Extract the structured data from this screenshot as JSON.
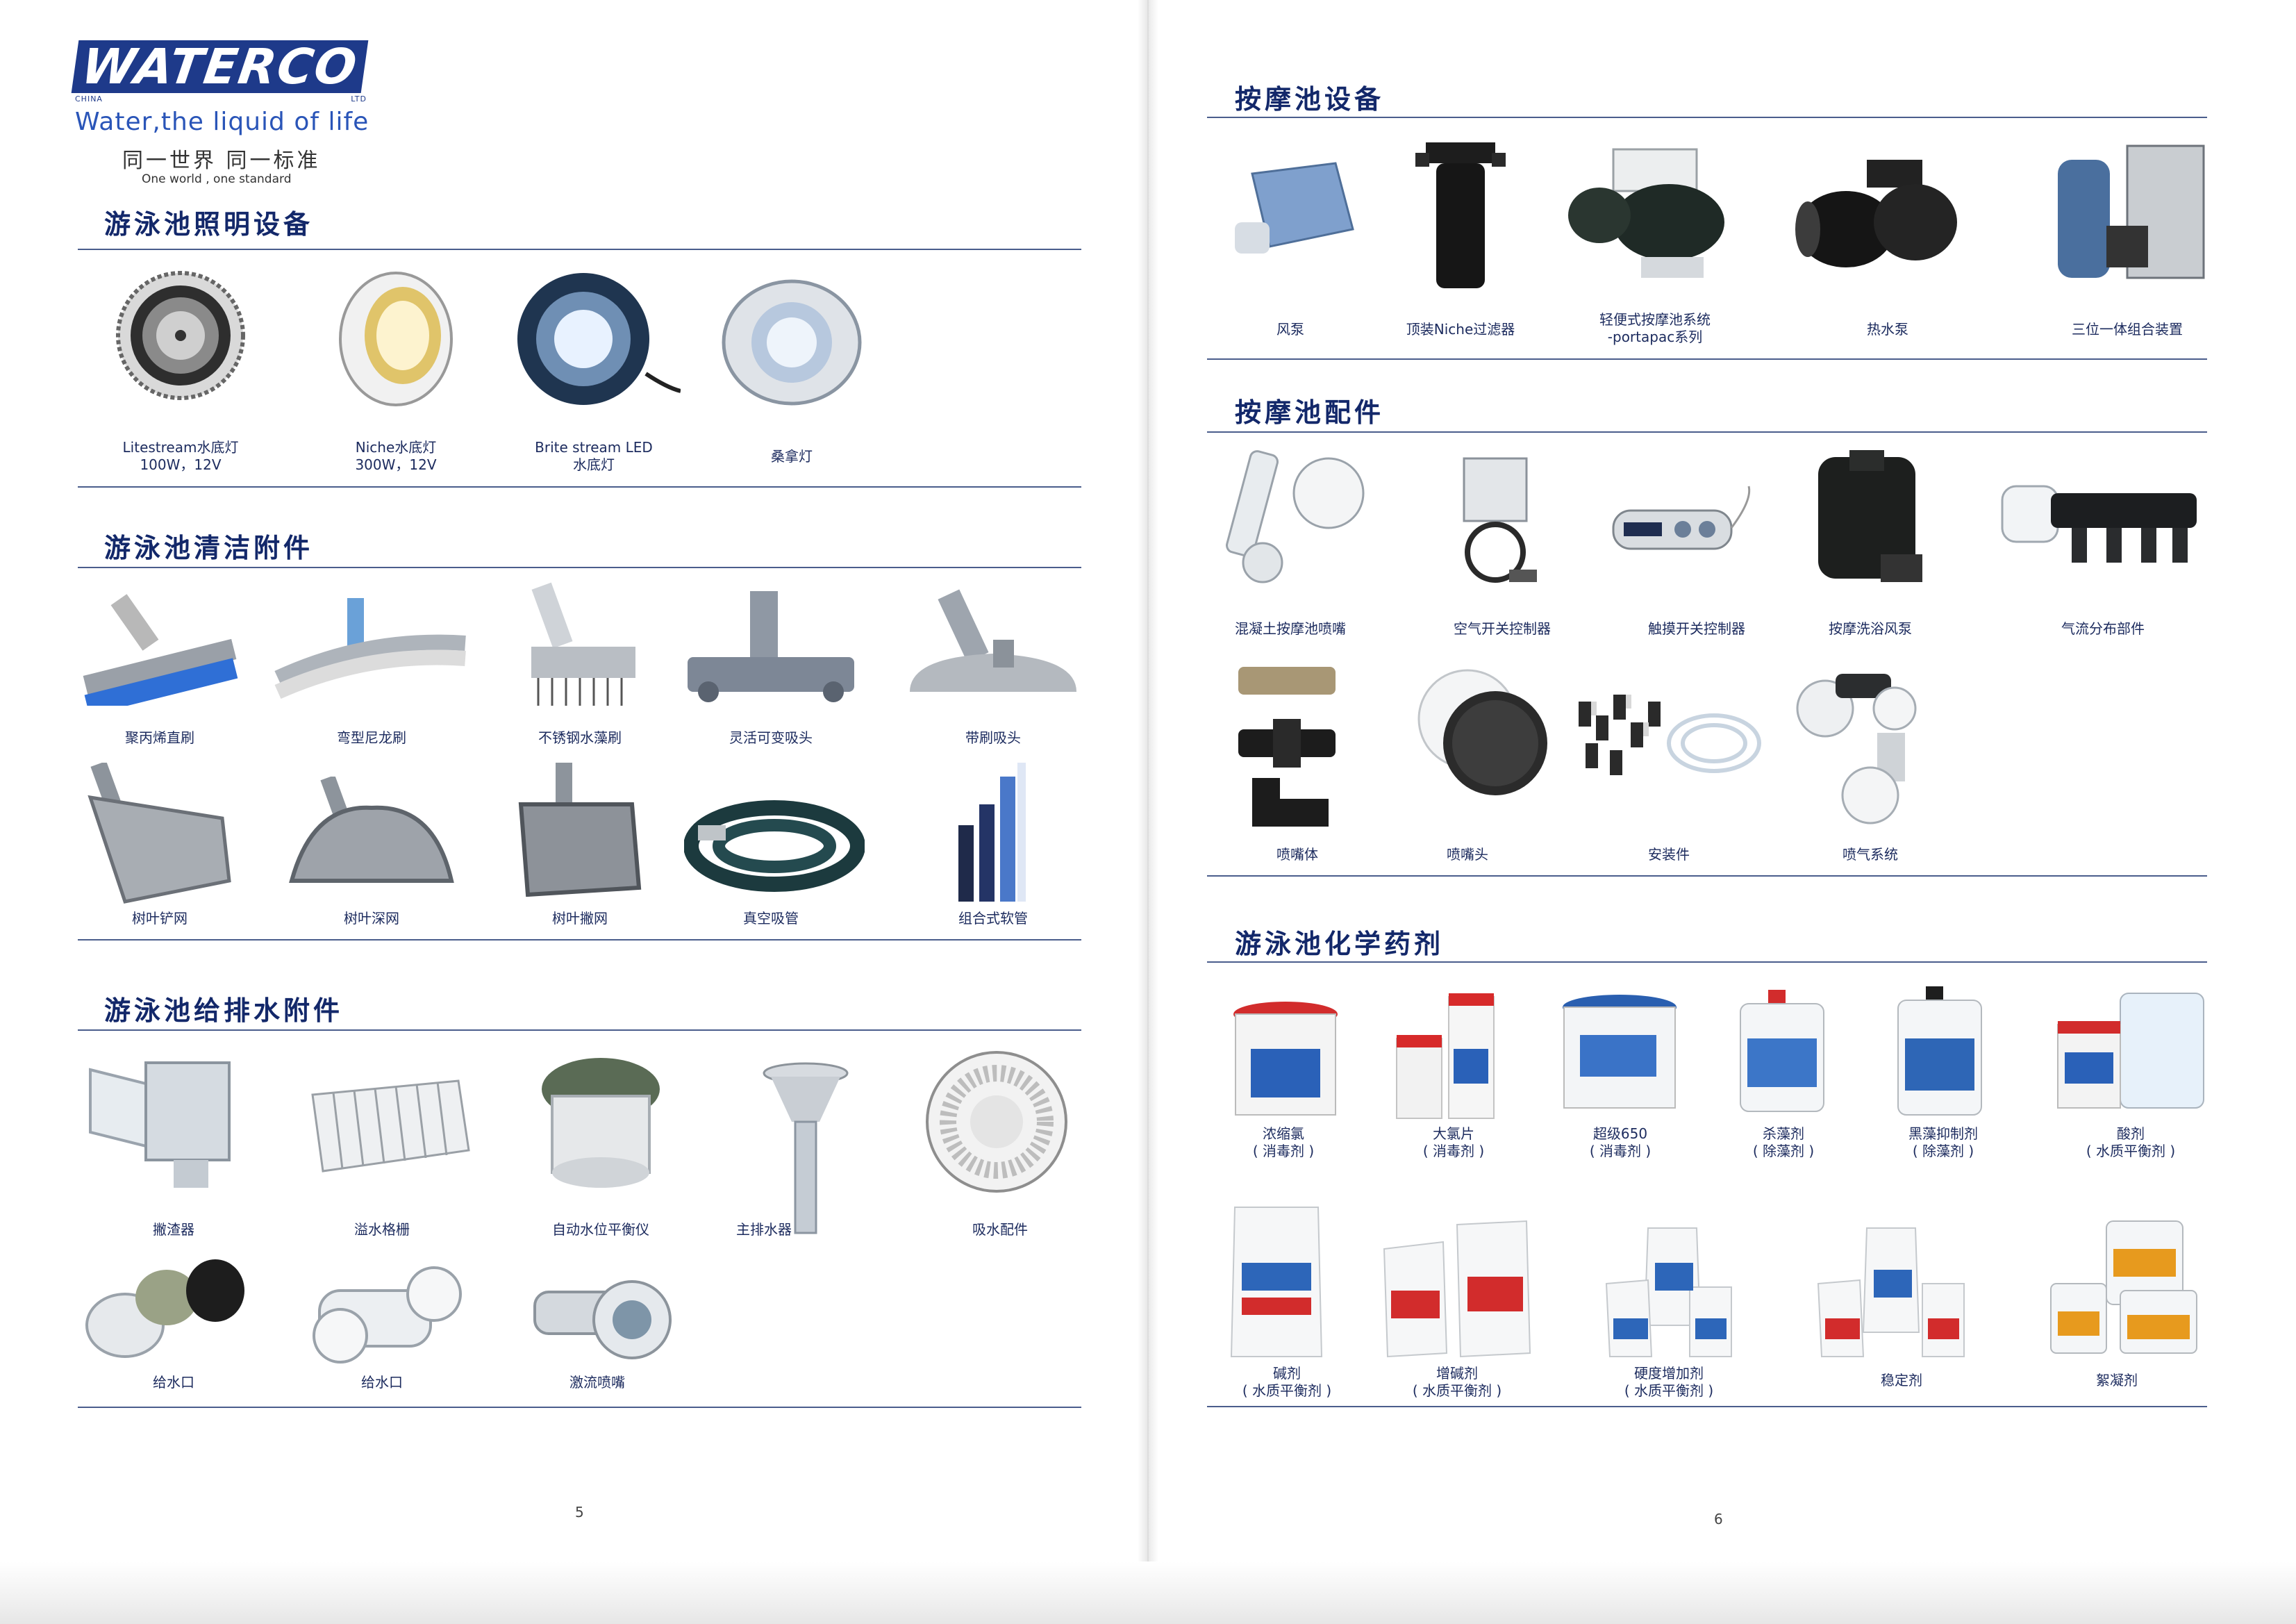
{
  "brand": {
    "logo_text": "WATERCO",
    "logo_sub_left": "CHINA",
    "logo_sub_right": "LTD",
    "slogan": "Water,the liquid of life",
    "tagline_cn": "同一世界 同一标准",
    "tagline_en": "One world , one standard"
  },
  "left": {
    "page_number": "5",
    "lighting": {
      "title": "游泳池照明设备",
      "items": [
        {
          "line1": "Litestream水底灯",
          "line2": "100W，12V",
          "icon": "pool-light-icon"
        },
        {
          "line1": "Niche水底灯",
          "line2": "300W，12V",
          "icon": "niche-light-icon"
        },
        {
          "line1": "Brite stream LED",
          "line2": "水底灯",
          "icon": "led-light-icon"
        },
        {
          "line1": "桑拿灯",
          "line2": "",
          "icon": "sauna-light-icon"
        }
      ]
    },
    "cleaning": {
      "title": "游泳池清洁附件",
      "items": [
        {
          "label": "聚丙烯直刷",
          "icon": "straight-brush-icon"
        },
        {
          "label": "弯型尼龙刷",
          "icon": "curved-brush-icon"
        },
        {
          "label": "不锈钢水藻刷",
          "icon": "algae-brush-icon"
        },
        {
          "label": "灵活可变吸头",
          "icon": "flexible-vacuum-head-icon"
        },
        {
          "label": "带刷吸头",
          "icon": "brush-vacuum-head-icon"
        },
        {
          "label": "树叶铲网",
          "icon": "leaf-shovel-icon"
        },
        {
          "label": "树叶深网",
          "icon": "leaf-bag-icon"
        },
        {
          "label": "树叶撇网",
          "icon": "leaf-skimmer-icon"
        },
        {
          "label": "真空吸管",
          "icon": "vacuum-hose-icon"
        },
        {
          "label": "组合式软管",
          "icon": "sectional-hose-icon"
        }
      ]
    },
    "plumbing": {
      "title": "游泳池给排水附件",
      "items": [
        {
          "label": "撇渣器",
          "icon": "skimmer-icon"
        },
        {
          "label": "溢水格栅",
          "icon": "overflow-grating-icon"
        },
        {
          "label": "自动水位平衡仪",
          "icon": "water-leveller-icon"
        },
        {
          "label": "主排水器",
          "icon": "main-drain-icon"
        },
        {
          "label": "吸水配件",
          "icon": "suction-fitting-icon"
        },
        {
          "label": "给水口",
          "icon": "inlet-fitting-icon"
        },
        {
          "label": "给水口",
          "icon": "inlet-fitting-icon"
        },
        {
          "label": "激流喷嘴",
          "icon": "jet-nozzle-icon"
        }
      ]
    }
  },
  "right": {
    "page_number": "6",
    "spa_equipment": {
      "title": "按摩池设备",
      "items": [
        {
          "line1": "风泵",
          "line2": "",
          "icon": "air-blower-icon"
        },
        {
          "line1": "顶装Niche过滤器",
          "line2": "",
          "icon": "cartridge-filter-icon"
        },
        {
          "line1": "轻便式按摩池系统",
          "line2": "-portapac系列",
          "icon": "portapac-system-icon"
        },
        {
          "line1": "热水泵",
          "line2": "",
          "icon": "heat-pump-icon"
        },
        {
          "line1": "三位一体组合装置",
          "line2": "",
          "icon": "combo-unit-icon"
        }
      ]
    },
    "spa_accessories": {
      "title": "按摩池配件",
      "items": [
        {
          "label": "混凝土按摩池喷嘴",
          "icon": "concrete-spa-jet-icon"
        },
        {
          "label": "空气开关控制器",
          "icon": "air-switch-controller-icon"
        },
        {
          "label": "触摸开关控制器",
          "icon": "touch-switch-controller-icon"
        },
        {
          "label": "按摩洗浴风泵",
          "icon": "spa-blower-icon"
        },
        {
          "label": "气流分布部件",
          "icon": "air-manifold-icon"
        },
        {
          "label": "喷嘴体",
          "icon": "jet-body-icon"
        },
        {
          "label": "喷嘴头",
          "icon": "jet-head-icon"
        },
        {
          "label": "安装件",
          "icon": "installation-kit-icon"
        },
        {
          "label": "喷气系统",
          "icon": "air-jet-system-icon"
        }
      ]
    },
    "chemicals": {
      "title": "游泳池化学药剂",
      "items": [
        {
          "line1": "浓缩氯",
          "line2": "( 消毒剂 )",
          "icon": "chlorine-tub-icon"
        },
        {
          "line1": "大氯片",
          "line2": "( 消毒剂 )",
          "icon": "chlorine-tablet-icon"
        },
        {
          "line1": "超级650",
          "line2": "( 消毒剂 )",
          "icon": "super650-tub-icon"
        },
        {
          "line1": "杀藻剂",
          "line2": "( 除藻剂 )",
          "icon": "algaecide-jug-icon"
        },
        {
          "line1": "黑藻抑制剂",
          "line2": "( 除藻剂 )",
          "icon": "black-algae-jug-icon"
        },
        {
          "line1": "酸剂",
          "line2": "( 水质平衡剂 )",
          "icon": "acid-container-icon"
        },
        {
          "line1": "碱剂",
          "line2": "( 水质平衡剂 )",
          "icon": "alkali-bag-icon"
        },
        {
          "line1": "增碱剂",
          "line2": "( 水质平衡剂 )",
          "icon": "alkalinity-bag-icon"
        },
        {
          "line1": "硬度增加剂",
          "line2": "( 水质平衡剂 )",
          "icon": "hardness-bag-icon"
        },
        {
          "line1": "稳定剂",
          "line2": "",
          "icon": "stabiliser-bag-icon"
        },
        {
          "line1": "絮凝剂",
          "line2": "",
          "icon": "flocculant-jug-icon"
        }
      ]
    }
  },
  "colors": {
    "title": "#13286a",
    "rule": "#4a5d8c",
    "brand": "#1e3a8a",
    "caption": "#1c2b5e"
  }
}
